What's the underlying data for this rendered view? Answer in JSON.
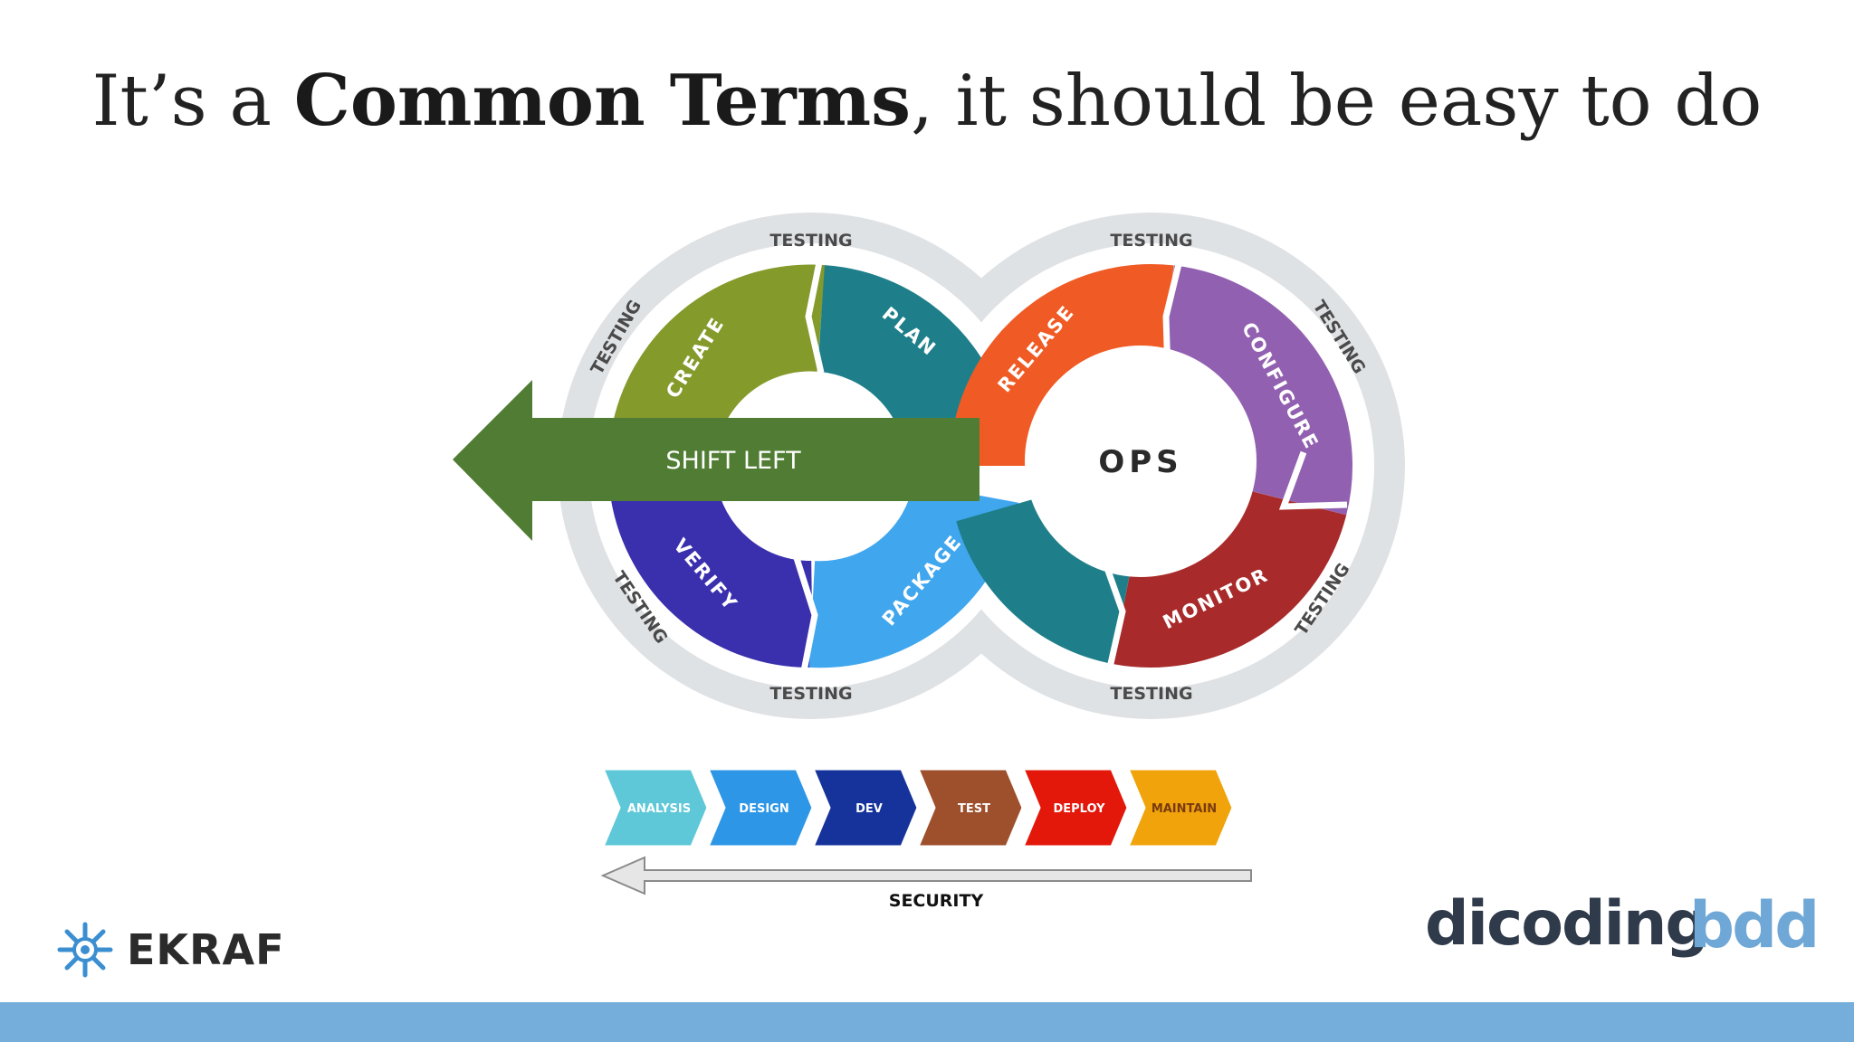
{
  "title": {
    "pre": "It’s a ",
    "bold": "Common Terms",
    "post": ", it should be easy to do"
  },
  "ring_label": "TESTING",
  "stages": {
    "create": "CREATE",
    "plan": "PLAN",
    "verify": "VERIFY",
    "package": "PACKAGE",
    "release": "RELEASE",
    "configure": "CONFIGURE",
    "monitor": "MONITOR"
  },
  "ops_label": "OPS",
  "shift_left_label": "SHIFT LEFT",
  "pipeline": [
    {
      "label": "ANALYSIS",
      "color": "#5ec8d8"
    },
    {
      "label": "DESIGN",
      "color": "#2d96e6"
    },
    {
      "label": "DEV",
      "color": "#15339a"
    },
    {
      "label": "TEST",
      "color": "#9e4f2c"
    },
    {
      "label": "DEPLOY",
      "color": "#e3170a"
    },
    {
      "label": "MAINTAIN",
      "color": "#f0a30a"
    }
  ],
  "security_label": "SECURITY",
  "logos": {
    "ekraf": "EKRAF",
    "dicoding": "dicoding",
    "bdd": "bdd"
  },
  "colors": {
    "create": "#849a2b",
    "plan": "#1e7f8a",
    "verify": "#3a2fad",
    "package": "#40a6ee",
    "release": "#f05a24",
    "configure": "#9260b0",
    "monitor": "#a82a2a",
    "ops_teal": "#1e7f8a",
    "ring": "#dfe2e4",
    "shift_left": "#507d33",
    "footer": "#76aedb"
  }
}
